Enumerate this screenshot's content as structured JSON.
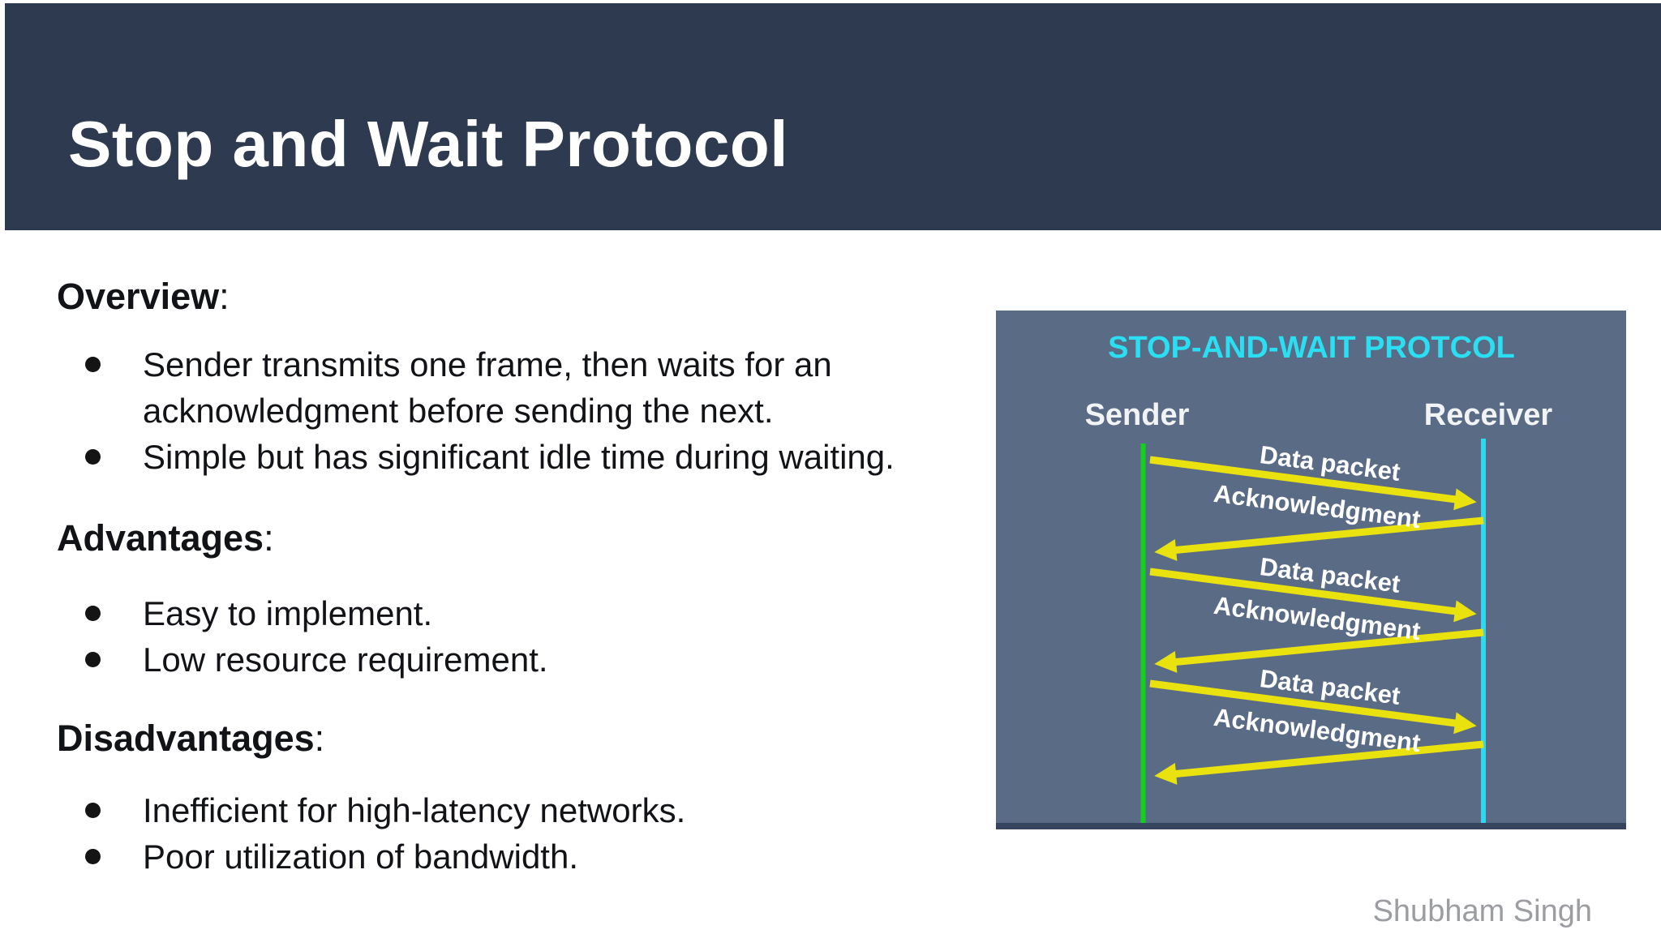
{
  "slide": {
    "title": "Stop and Wait Protocol",
    "sections": [
      {
        "heading": "Overview",
        "colon": ":",
        "bullets": [
          "Sender transmits one frame, then waits for an\nacknowledgment before sending the next.",
          "Simple but has significant idle time during waiting."
        ]
      },
      {
        "heading": "Advantages",
        "colon": ":",
        "bullets": [
          "Easy to implement.",
          "Low resource requirement."
        ]
      },
      {
        "heading": "Disadvantages",
        "colon": ":",
        "bullets": [
          "Inefficient for high-latency networks.",
          "Poor utilization of bandwidth."
        ]
      }
    ],
    "attribution": "Shubham Singh"
  },
  "diagram": {
    "title": "STOP-AND-WAIT PROTCOL",
    "sender_label": "Sender",
    "receiver_label": "Receiver",
    "messages": [
      "Data packet",
      "Acknowledgment",
      "Data packet",
      "Acknowledgment",
      "Data packet",
      "Acknowledgment"
    ],
    "colors": {
      "background": "#5a6b85",
      "title": "#2bdff2",
      "sender_line": "#12d01e",
      "receiver_line": "#2fd8f0",
      "arrow": "#e9e20f",
      "label": "#ffffff",
      "bottom_edge": "#36445f"
    }
  },
  "page": {
    "header_background": "#2d3a50",
    "body_background": "#ffffff",
    "text_color": "#111316",
    "attribution_color": "#9b9da1"
  }
}
